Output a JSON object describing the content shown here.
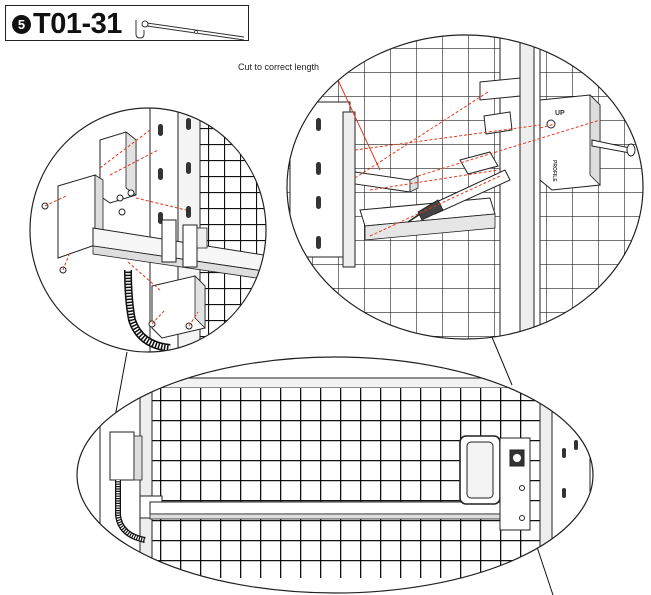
{
  "step": {
    "number": "5",
    "code": "T01-31"
  },
  "callouts": {
    "cut_label": "Cut to correct length"
  },
  "lock": {
    "up_label": "UP",
    "brand_label": "PROFILE"
  }
}
